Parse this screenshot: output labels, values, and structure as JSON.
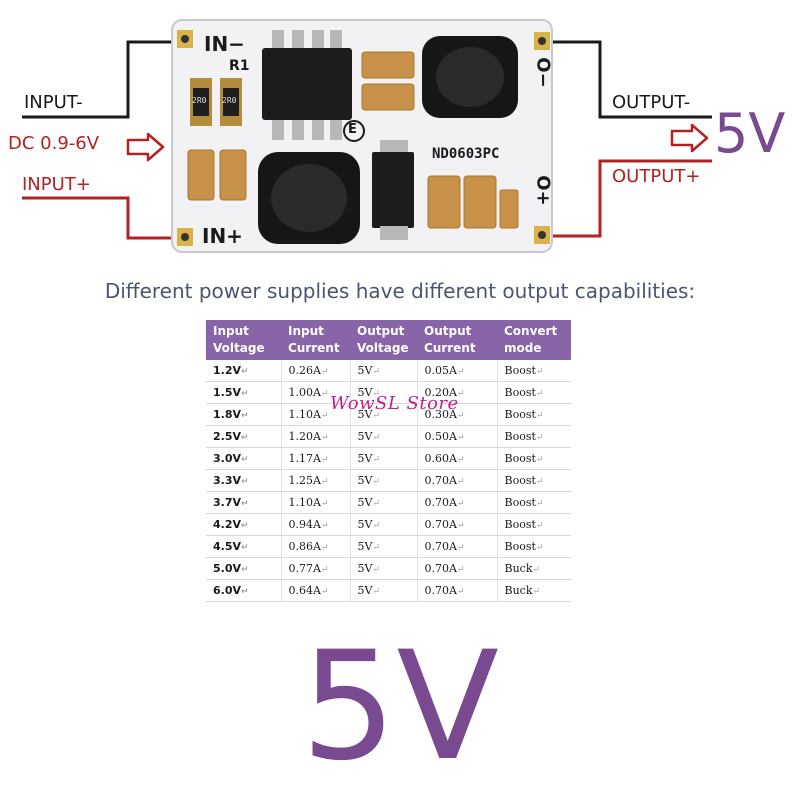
{
  "diagram": {
    "input_minus": "INPUT-",
    "dc_range": "DC 0.9-6V",
    "input_plus": "INPUT+",
    "output_minus": "OUTPUT-",
    "output_plus": "OUTPUT+",
    "output_voltage": "5V",
    "silk_in_minus": "IN−",
    "silk_in_plus": "IN+",
    "silk_r1": "R1",
    "silk_model": "ND0603PC",
    "silk_e": "E",
    "silk_o_minus": "O−",
    "silk_o_plus": "O+",
    "resistor_codes": [
      "2R0",
      "2R0"
    ],
    "colors": {
      "wire_black": "#1a1a1a",
      "wire_red": "#b32222",
      "accent_purple": "#7a4a90",
      "header_purple": "#8864a8"
    }
  },
  "caption": "Different power supplies have different output capabilities:",
  "table": {
    "headers": [
      [
        "Input",
        "Voltage"
      ],
      [
        "Input",
        "Current"
      ],
      [
        "Output",
        "Voltage"
      ],
      [
        "Output",
        "Current"
      ],
      [
        "Convert",
        "mode"
      ]
    ],
    "rows": [
      [
        "1.2V",
        "0.26A",
        "5V",
        "0.05A",
        "Boost"
      ],
      [
        "1.5V",
        "1.00A",
        "5V",
        "0.20A",
        "Boost"
      ],
      [
        "1.8V",
        "1.10A",
        "5V",
        "0.30A",
        "Boost"
      ],
      [
        "2.5V",
        "1.20A",
        "5V",
        "0.50A",
        "Boost"
      ],
      [
        "3.0V",
        "1.17A",
        "5V",
        "0.60A",
        "Boost"
      ],
      [
        "3.3V",
        "1.25A",
        "5V",
        "0.70A",
        "Boost"
      ],
      [
        "3.7V",
        "1.10A",
        "5V",
        "0.70A",
        "Boost"
      ],
      [
        "4.2V",
        "0.94A",
        "5V",
        "0.70A",
        "Boost"
      ],
      [
        "4.5V",
        "0.86A",
        "5V",
        "0.70A",
        "Boost"
      ],
      [
        "5.0V",
        "0.77A",
        "5V",
        "0.70A",
        "Buck"
      ],
      [
        "6.0V",
        "0.64A",
        "5V",
        "0.70A",
        "Buck"
      ]
    ],
    "cell_mark": "↵"
  },
  "watermark": "WowSL Store",
  "bottom_label": "5V"
}
